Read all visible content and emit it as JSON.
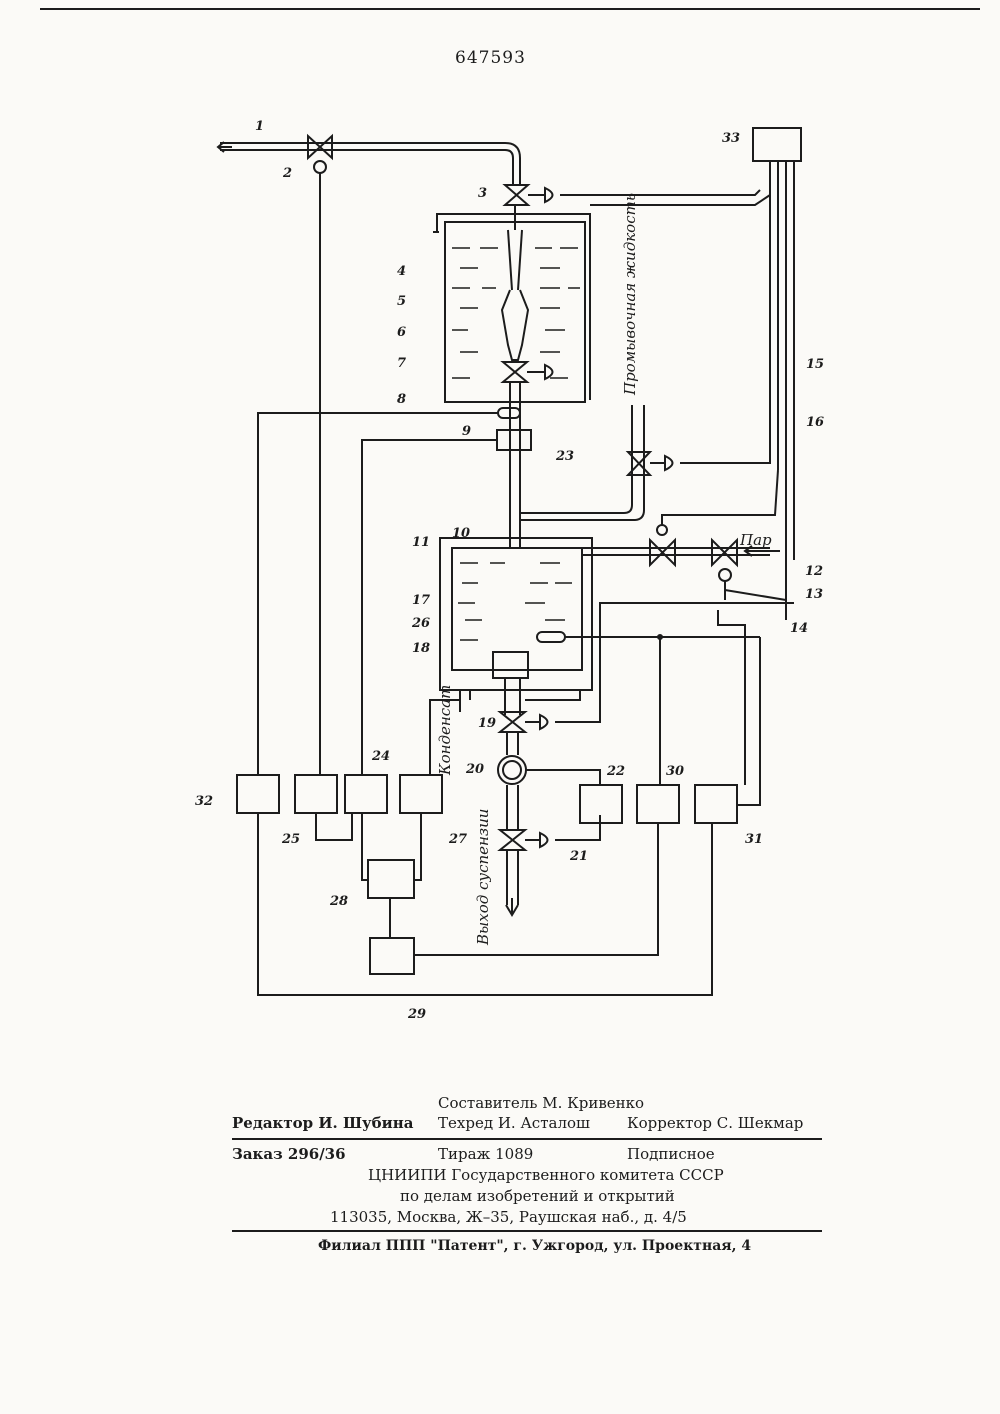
{
  "patent_number": "647593",
  "diagram": {
    "labels": {
      "n1": "1",
      "n2": "2",
      "n3": "3",
      "n4": "4",
      "n5": "5",
      "n6": "6",
      "n7": "7",
      "n8": "8",
      "n9": "9",
      "n10": "10",
      "n11": "11",
      "n12": "12",
      "n13": "13",
      "n14": "14",
      "n15": "15",
      "n16": "16",
      "n17": "17",
      "n18": "18",
      "n19": "19",
      "n20": "20",
      "n21": "21",
      "n22": "22",
      "n23": "23",
      "n24": "24",
      "n25": "25",
      "n26": "26",
      "n27": "27",
      "n28": "28",
      "n29": "29",
      "n30": "30",
      "n31": "31",
      "n32": "32",
      "n33": "33"
    },
    "flush_liquid": "Промывочная жидкость",
    "steam": "Пар",
    "condensate": "Конденсат",
    "suspension_out": "Выход суспензии"
  },
  "imprint": {
    "compiler": "Составитель М. Кривенко",
    "editor": "Редактор И. Шубина",
    "techred": "Техред И. Асталош",
    "corrector": "Корректор С. Шекмар",
    "order": "Заказ 296/36",
    "circulation": "Тираж 1089",
    "subscription": "Подписное",
    "org_line1": "ЦНИИПИ Государственного комитета СССР",
    "org_line2": "по делам изобретений и открытий",
    "address": "113035, Москва, Ж–35, Раушская наб., д. 4/5",
    "branch": "Филиал ППП \"Патент\", г. Ужгород, ул. Проектная, 4"
  }
}
